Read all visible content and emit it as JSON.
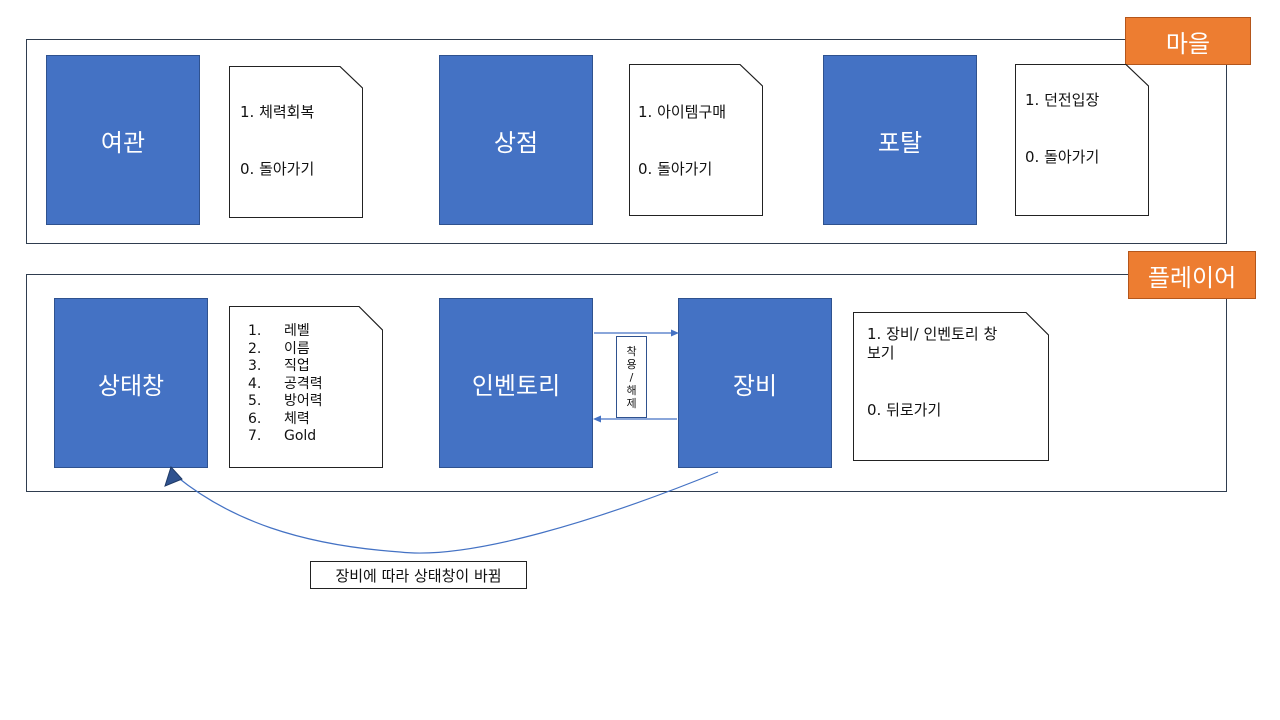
{
  "village": {
    "tag": "마을",
    "blocks": [
      {
        "label": "여관",
        "menu": [
          "1. 체력회복",
          "0. 돌아가기"
        ]
      },
      {
        "label": "상점",
        "menu": [
          "1. 아이템구매",
          "0. 돌아가기"
        ]
      },
      {
        "label": "포탈",
        "menu": [
          "1. 던전입장",
          "0. 돌아가기"
        ]
      }
    ]
  },
  "player": {
    "tag": "플레이어",
    "status": {
      "label": "상태창",
      "items": [
        {
          "num": "1.",
          "text": "레벨"
        },
        {
          "num": "2.",
          "text": "이름"
        },
        {
          "num": "3.",
          "text": "직업"
        },
        {
          "num": "4.",
          "text": "공격력"
        },
        {
          "num": "5.",
          "text": "방어력"
        },
        {
          "num": "6.",
          "text": "체력"
        },
        {
          "num": "7.",
          "text": "Gold"
        }
      ]
    },
    "inventory": {
      "label": "인벤토리"
    },
    "equip": {
      "label": "장비",
      "menu": [
        "1. 장비/ 인벤토리 창",
        "보기",
        "0. 뒤로가기"
      ]
    },
    "equip_toggle": {
      "chars": [
        "착",
        "용",
        "/",
        "해",
        "제"
      ]
    }
  },
  "caption": "장비에 따라 상태창이 바뀜",
  "colors": {
    "block": "#4472c4",
    "tag": "#ed7d31",
    "arrow": "#4472c4"
  }
}
